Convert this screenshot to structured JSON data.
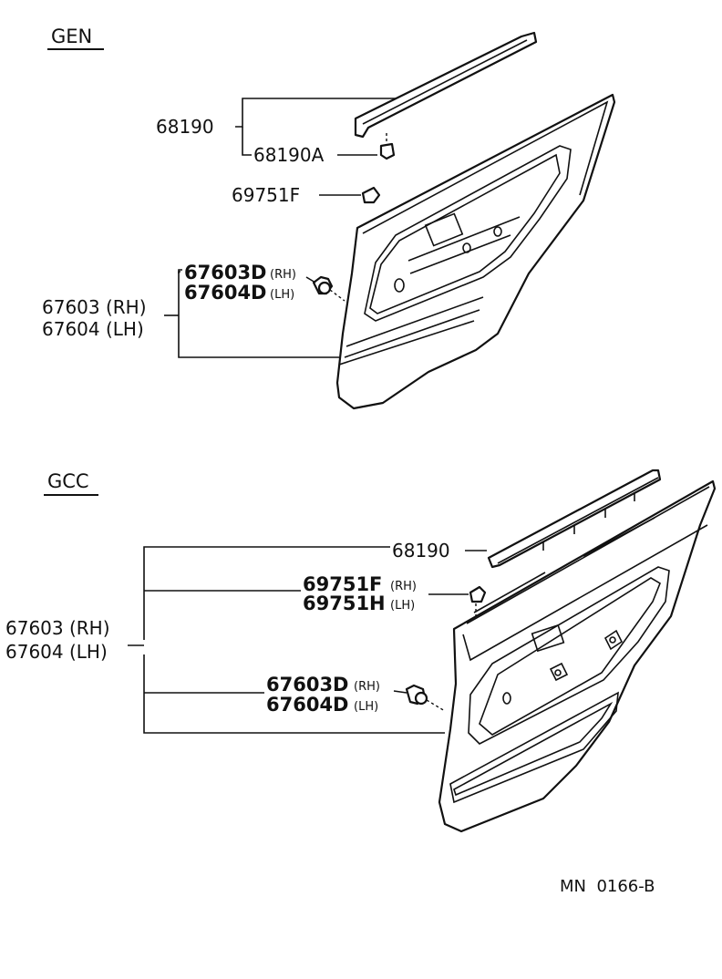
{
  "sections": {
    "gen": {
      "title": "GEN"
    },
    "gcc": {
      "title": "GCC"
    }
  },
  "gen_labels": {
    "part_68190": "68190",
    "part_68190A": "68190A",
    "part_69751F": "69751F",
    "part_67603D": "67603D",
    "part_67603D_side": "(RH)",
    "part_67604D": "67604D",
    "part_67604D_side": "(LH)",
    "panel_rh": "67603 (RH)",
    "panel_lh": "67604 (LH)"
  },
  "gcc_labels": {
    "part_68190": "68190",
    "part_69751F": "69751F",
    "part_69751F_side": "(RH)",
    "part_69751H": "69751H",
    "part_69751H_side": "(LH)",
    "part_67603D": "67603D",
    "part_67603D_side": "(RH)",
    "part_67604D": "67604D",
    "part_67604D_side": "(LH)",
    "panel_rh": "67603 (RH)",
    "panel_lh": "67604 (LH)"
  },
  "footer": {
    "drawing_code": "MN  0166-B"
  }
}
